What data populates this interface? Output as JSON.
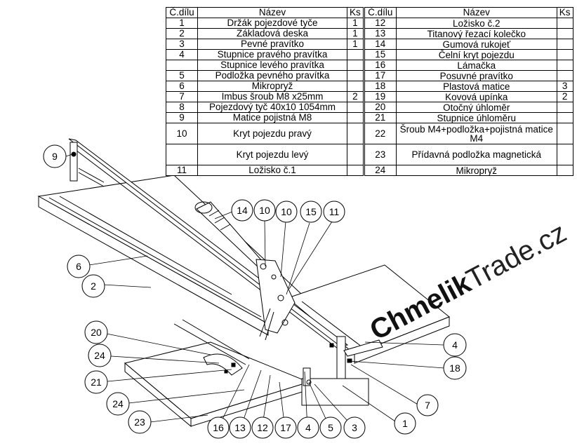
{
  "table": {
    "headers": [
      "Č.dílu",
      "Název",
      "Ks",
      "Č.dílu",
      "Název",
      "Ks"
    ],
    "rows": [
      {
        "no1": "1",
        "name1": "Držák pojezdové tyče",
        "ks1": "1",
        "no2": "12",
        "name2": "Ložisko č.2",
        "ks2": ""
      },
      {
        "no1": "2",
        "name1": "Základová deska",
        "ks1": "1",
        "no2": "13",
        "name2": "Titanový řezací kolečko",
        "ks2": ""
      },
      {
        "no1": "3",
        "name1": "Pevné pravítko",
        "ks1": "1",
        "no2": "14",
        "name2": "Gumová rukojeť",
        "ks2": ""
      },
      {
        "no1": "4",
        "name1": "Stupnice pravého pravítka",
        "ks1": "",
        "no2": "15",
        "name2": "Čelní kryt pojezdu",
        "ks2": ""
      },
      {
        "no1": "",
        "name1": "Stupnice levého pravítka",
        "ks1": "",
        "no2": "16",
        "name2": "Lámačka",
        "ks2": ""
      },
      {
        "no1": "5",
        "name1": "Podložka pevného pravítka",
        "ks1": "",
        "no2": "17",
        "name2": "Posuvné pravítko",
        "ks2": ""
      },
      {
        "no1": "6",
        "name1": "Mikropryž",
        "ks1": "",
        "no2": "18",
        "name2": "Plastová matice",
        "ks2": "3"
      },
      {
        "no1": "7",
        "name1": "Imbus šroub M8 x25mm",
        "ks1": "2",
        "no2": "19",
        "name2": "Kovová upínka",
        "ks2": "2"
      },
      {
        "no1": "8",
        "name1": "Pojezdový tyč 40x10 1054mm",
        "ks1": "",
        "no2": "20",
        "name2": "Otočný úhloměr",
        "ks2": ""
      },
      {
        "no1": "9",
        "name1": "Matice pojistná M8",
        "ks1": "",
        "no2": "21",
        "name2": "Stupnice úhloměru",
        "ks2": ""
      },
      {
        "no1": "10",
        "name1": "Kryt pojezdu pravý",
        "ks1": "",
        "no2": "22",
        "name2": "Šroub M4+podložka+pojistná matice M4",
        "ks2": ""
      },
      {
        "no1": "",
        "name1": "Kryt pojezdu levý",
        "ks1": "",
        "no2": "23",
        "name2": "Přídavná podložka magnetická",
        "ks2": ""
      },
      {
        "no1": "11",
        "name1": "Ložisko č.1",
        "ks1": "",
        "no2": "24",
        "name2": "Mikropryž",
        "ks2": ""
      }
    ]
  },
  "callouts": [
    "9",
    "6",
    "2",
    "20",
    "24",
    "21",
    "24",
    "23",
    "14",
    "10",
    "10",
    "15",
    "11",
    "4",
    "18",
    "7",
    "1",
    "3",
    "5",
    "4",
    "17",
    "12",
    "13",
    "16"
  ],
  "watermark": {
    "part1": "Chmelik",
    "part2": "Trade.cz"
  }
}
